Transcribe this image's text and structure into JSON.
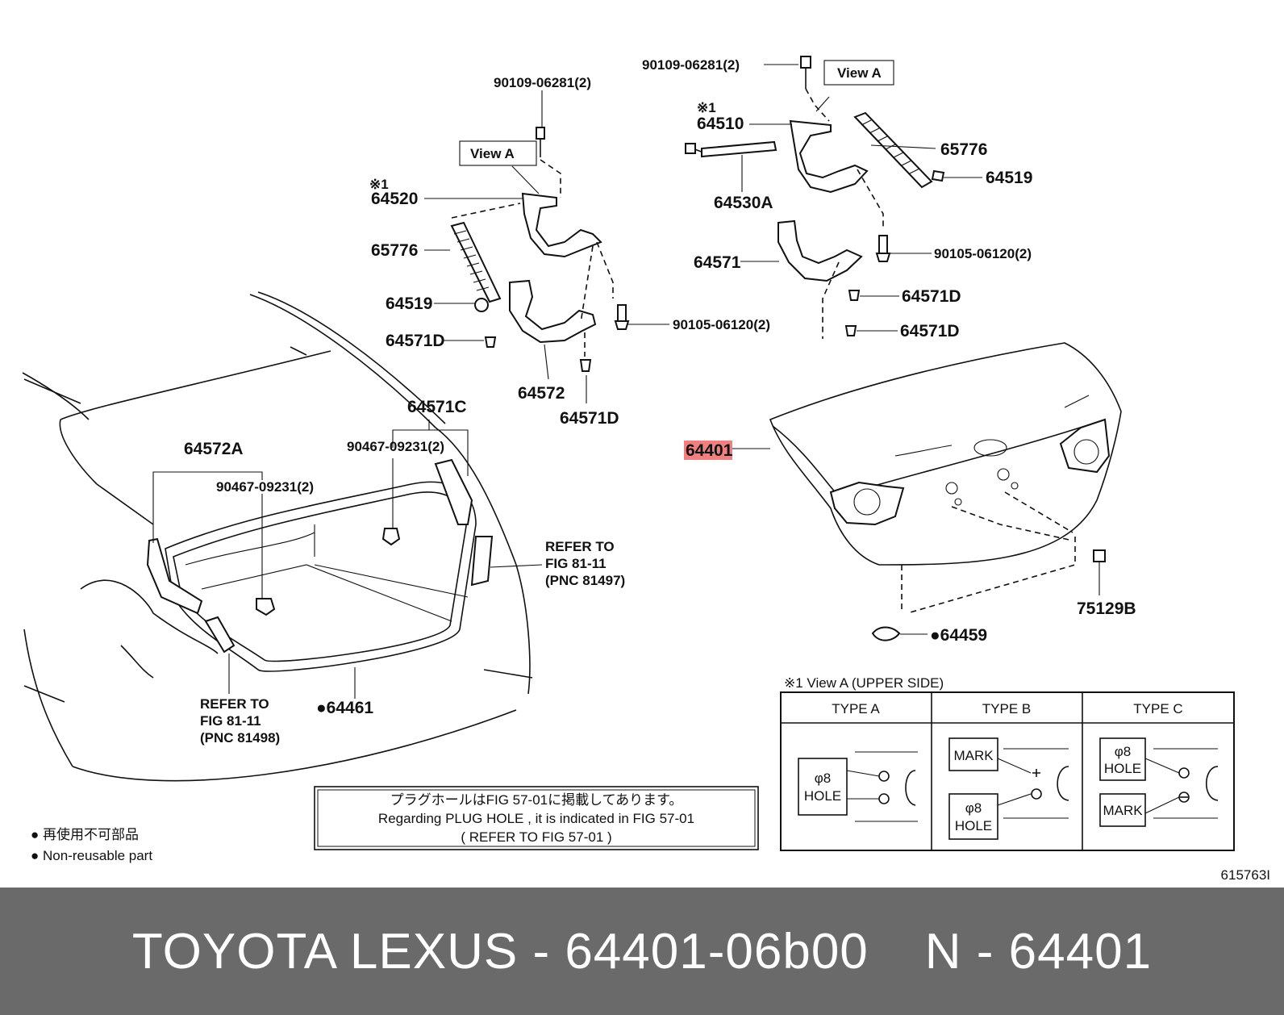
{
  "callouts": {
    "bolt_90109_left": "90109-06281(2)",
    "view_a_left": "View A",
    "ref_mark_left": "※1",
    "p64520": "64520",
    "p65776_left": "65776",
    "p64519_left": "64519",
    "p64571D_a": "64571D",
    "p64572": "64572",
    "p64571D_b": "64571D",
    "bolt_90105_left": "90105-06120(2)",
    "bolt_90109_right": "90109-06281(2)",
    "view_a_right": "View A",
    "ref_mark_right": "※1",
    "p64510": "64510",
    "p65776_right": "65776",
    "p64519_right": "64519",
    "p64530A": "64530A",
    "p64571": "64571",
    "bolt_90105_right": "90105-06120(2)",
    "p64571D_c": "64571D",
    "p64571D_d": "64571D",
    "p64401": "64401",
    "p75129B": "75129B",
    "p64459": "●64459",
    "p64572A": "64572A",
    "clip_90467_left": "90467-09231(2)",
    "p64571C": "64571C",
    "clip_90467_right": "90467-09231(2)",
    "refer_right_1": "REFER TO",
    "refer_right_2": "FIG 81-11",
    "refer_right_3": "(PNC 81497)",
    "refer_left_1": "REFER TO",
    "refer_left_2": "FIG 81-11",
    "refer_left_3": "(PNC 81498)",
    "p64461": "●64461"
  },
  "note_box": {
    "line1": "プラグホールはFIG 57-01に掲載してあります。",
    "line2": "Regarding PLUG HOLE , it is indicated in FIG 57-01",
    "line3": "(   REFER TO FIG 57-01   )"
  },
  "legend": {
    "jp": "● 再使用不可部品",
    "en": "● Non-reusable part"
  },
  "view_table": {
    "title": "※1 View A (UPPER SIDE)",
    "headers": [
      "TYPE A",
      "TYPE B",
      "TYPE C"
    ],
    "type_a": {
      "phi": "φ8",
      "hole": "HOLE"
    },
    "type_b": {
      "mark": "MARK",
      "phi": "φ8",
      "hole": "HOLE"
    },
    "type_c": {
      "phi": "φ8",
      "hole": "HOLE",
      "mark": "MARK"
    }
  },
  "figure_id": "615763I",
  "footer": {
    "left": "TOYOTA LEXUS - 64401-06b00",
    "right": "N - 64401"
  },
  "colors": {
    "highlight": "#f08080",
    "footer_bg": "#6a6a6a"
  }
}
